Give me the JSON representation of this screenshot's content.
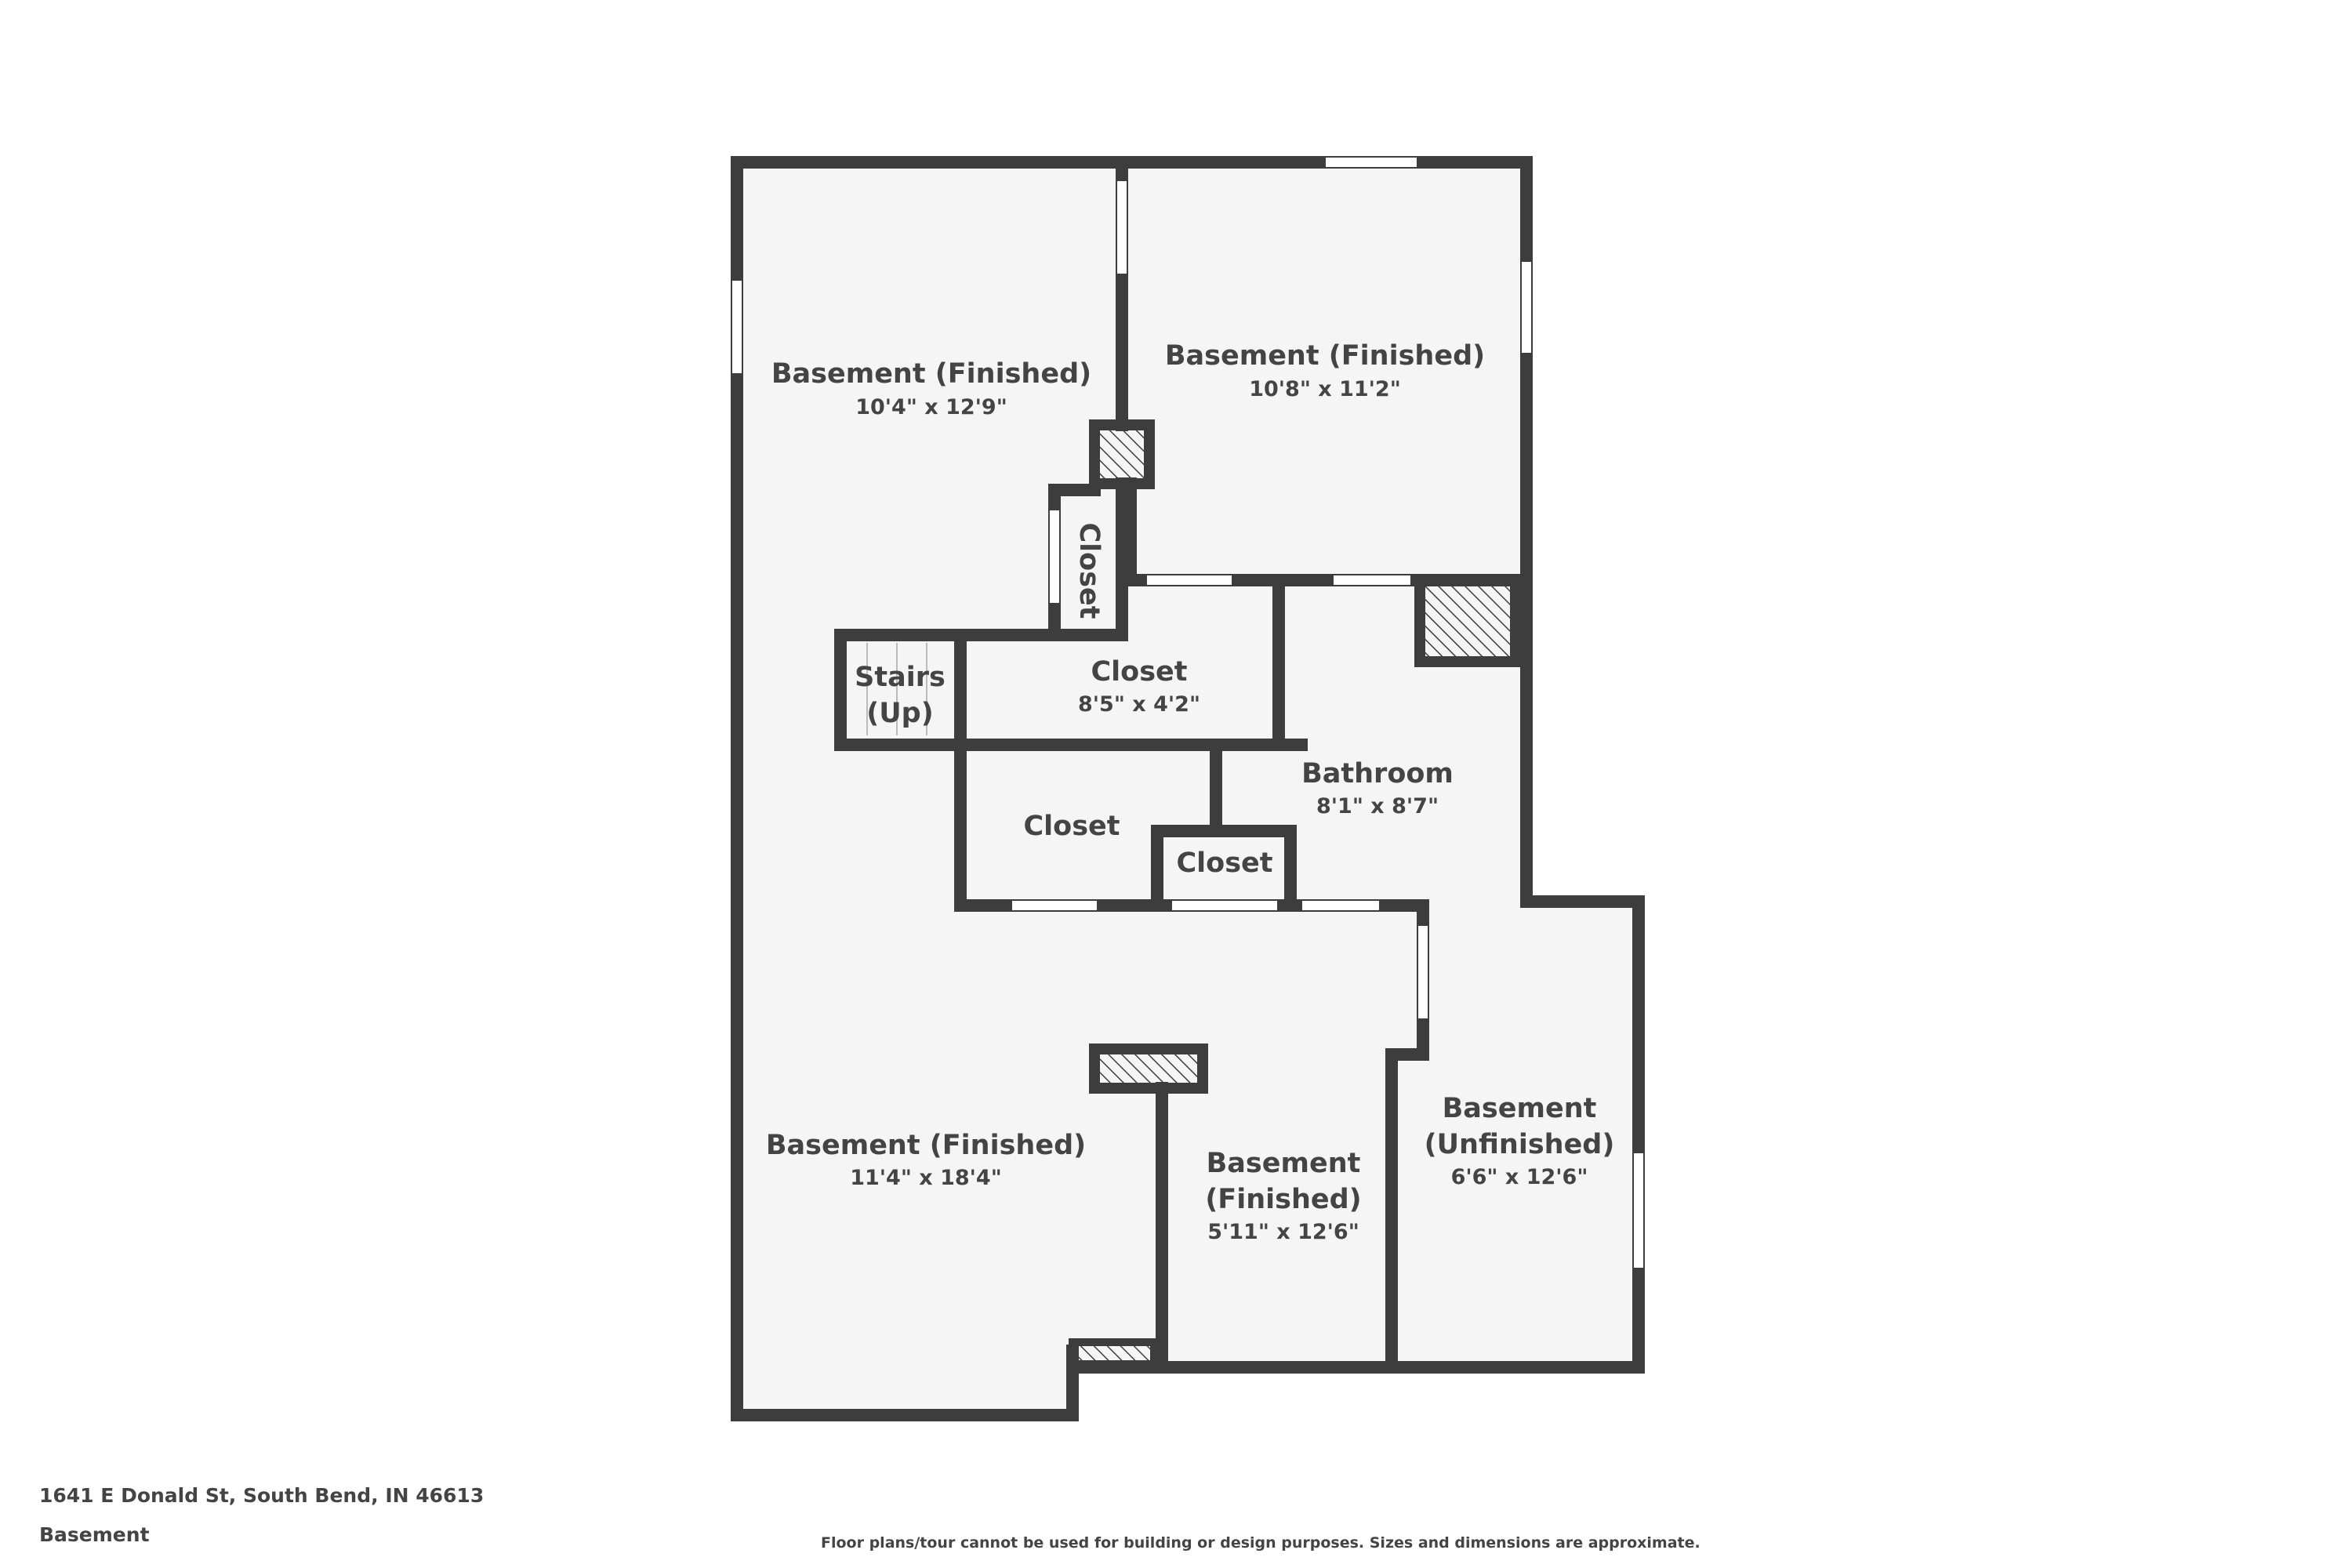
{
  "rooms": {
    "basement_top_left": {
      "name": "Basement (Finished)",
      "dim": "10'4\" x 12'9\""
    },
    "basement_top_right": {
      "name": "Basement (Finished)",
      "dim": "10'8\" x 11'2\""
    },
    "closet_vertical": {
      "name": "Closet"
    },
    "stairs": {
      "name_line1": "Stairs",
      "name_line2": "(Up)"
    },
    "closet_center": {
      "name": "Closet",
      "dim": "8'5\" x 4'2\""
    },
    "bathroom": {
      "name": "Bathroom",
      "dim": "8'1\" x 8'7\""
    },
    "closet_lower": {
      "name": "Closet"
    },
    "closet_small": {
      "name": "Closet"
    },
    "basement_bottom_left": {
      "name": "Basement (Finished)",
      "dim": "11'4\" x 18'4\""
    },
    "basement_bottom_mid": {
      "name_line1": "Basement",
      "name_line2": "(Finished)",
      "dim": "5'11\" x 12'6\""
    },
    "basement_unfinished": {
      "name_line1": "Basement",
      "name_line2": "(Unfinished)",
      "dim": "6'6\" x 12'6\""
    }
  },
  "footer": {
    "address": "1641 E Donald St, South Bend, IN 46613",
    "floor": "Basement",
    "disclaimer": "Floor plans/tour cannot be used for building or design purposes. Sizes and dimensions are approximate."
  },
  "colors": {
    "wall": "#3d3d3d",
    "floor": "#f5f5f5",
    "text": "#444444"
  }
}
